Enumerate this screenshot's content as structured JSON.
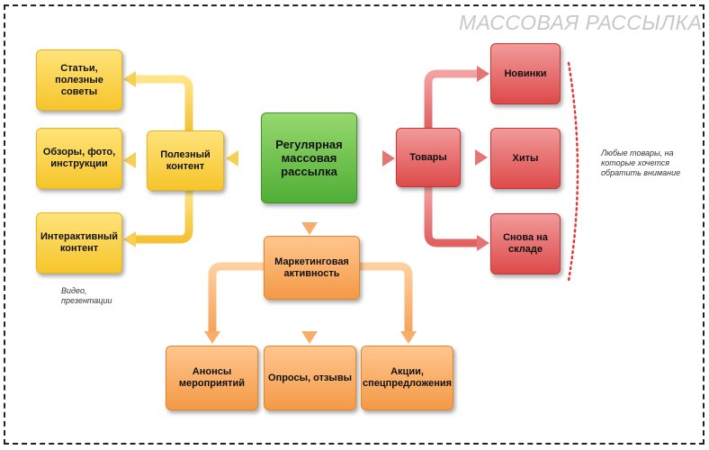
{
  "title": "МАССОВАЯ РАССЫЛКА",
  "nodes": {
    "center": "Регулярная массовая рассылка",
    "useful": "Полезный контент",
    "articles": "Статьи, полезные советы",
    "reviews": "Обзоры, фото, инструкции",
    "interactive": "Интерактивный контент",
    "goods": "Товары",
    "novelties": "Новинки",
    "hits": "Хиты",
    "restock": "Снова на складе",
    "marketing": "Маркетинговая активность",
    "announcements": "Анонсы мероприятий",
    "surveys": "Опросы, отзывы",
    "promos": "Акции, спецпредложения"
  },
  "notes": {
    "video": "Видео, презентации",
    "goods_note": "Любые товары, на которые хочется обратить внимание"
  },
  "colors": {
    "yellow": "#f6c52b",
    "green": "#4fae35",
    "red": "#de4a4a",
    "orange": "#f39a46",
    "title_gray": "#c8c8c8"
  }
}
